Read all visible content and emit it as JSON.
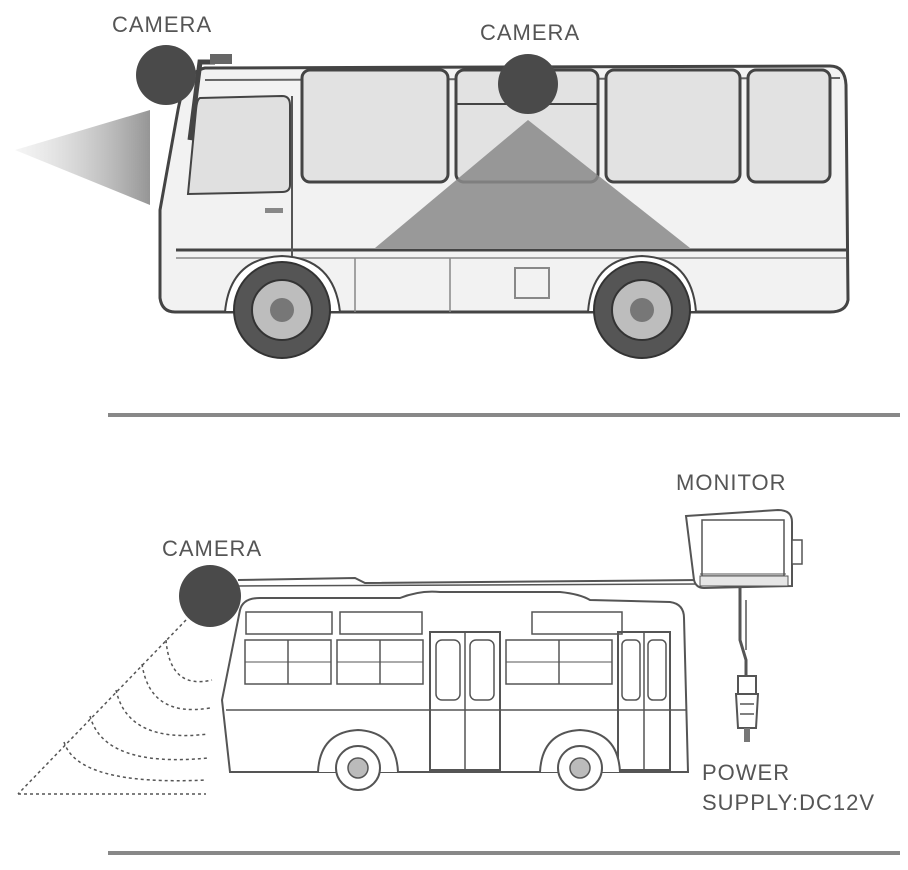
{
  "labels": {
    "camera_top_left": "CAMERA",
    "camera_top_center": "CAMERA",
    "camera_bottom": "CAMERA",
    "monitor": "MONITOR",
    "power_line1": "POWER",
    "power_line2": "SUPPLY:DC12V"
  },
  "colors": {
    "camera_dot": "#4a4a4a",
    "line": "#555555",
    "bus_body": "#f2f2f2",
    "window": "#e2e2e2",
    "view_cone": "#8a8a8a"
  },
  "icons": {
    "camera": "camera-dot-icon",
    "monitor": "monitor-icon",
    "plug": "power-plug-icon"
  }
}
